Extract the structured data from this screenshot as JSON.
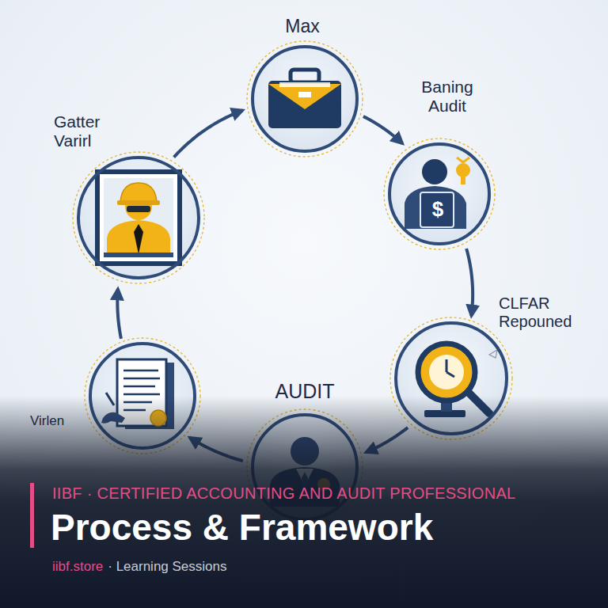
{
  "diagram": {
    "title": "Process & Framework",
    "nodes": [
      {
        "text": [
          "Gatter Varirl"
        ]
      },
      {
        "text": [
          "Max"
        ]
      },
      {
        "text": [
          "Baning Audit"
        ]
      },
      {
        "text": [
          "CLFAR Repouned"
        ]
      },
      {
        "text": [
          "AUDIT"
        ]
      },
      {
        "text": [
          "Virlen"
        ]
      }
    ],
    "edges": [
      {
        "from": 0,
        "to": 1,
        "arrow": "to"
      },
      {
        "from": 1,
        "to": 2,
        "arrow": "to"
      },
      {
        "from": 2,
        "to": 3,
        "arrow": "to"
      },
      {
        "from": 3,
        "to": 4,
        "arrow": "to"
      },
      {
        "from": 4,
        "to": 5,
        "arrow": "to"
      },
      {
        "from": 5,
        "to": 0,
        "arrow": "to"
      }
    ],
    "labels": [
      "$",
      "IIBF · CERTIFIED ACCOUNTING AND AUDIT PROFESSIONAL",
      "iibf.store",
      "· Learning Sessions"
    ]
  }
}
